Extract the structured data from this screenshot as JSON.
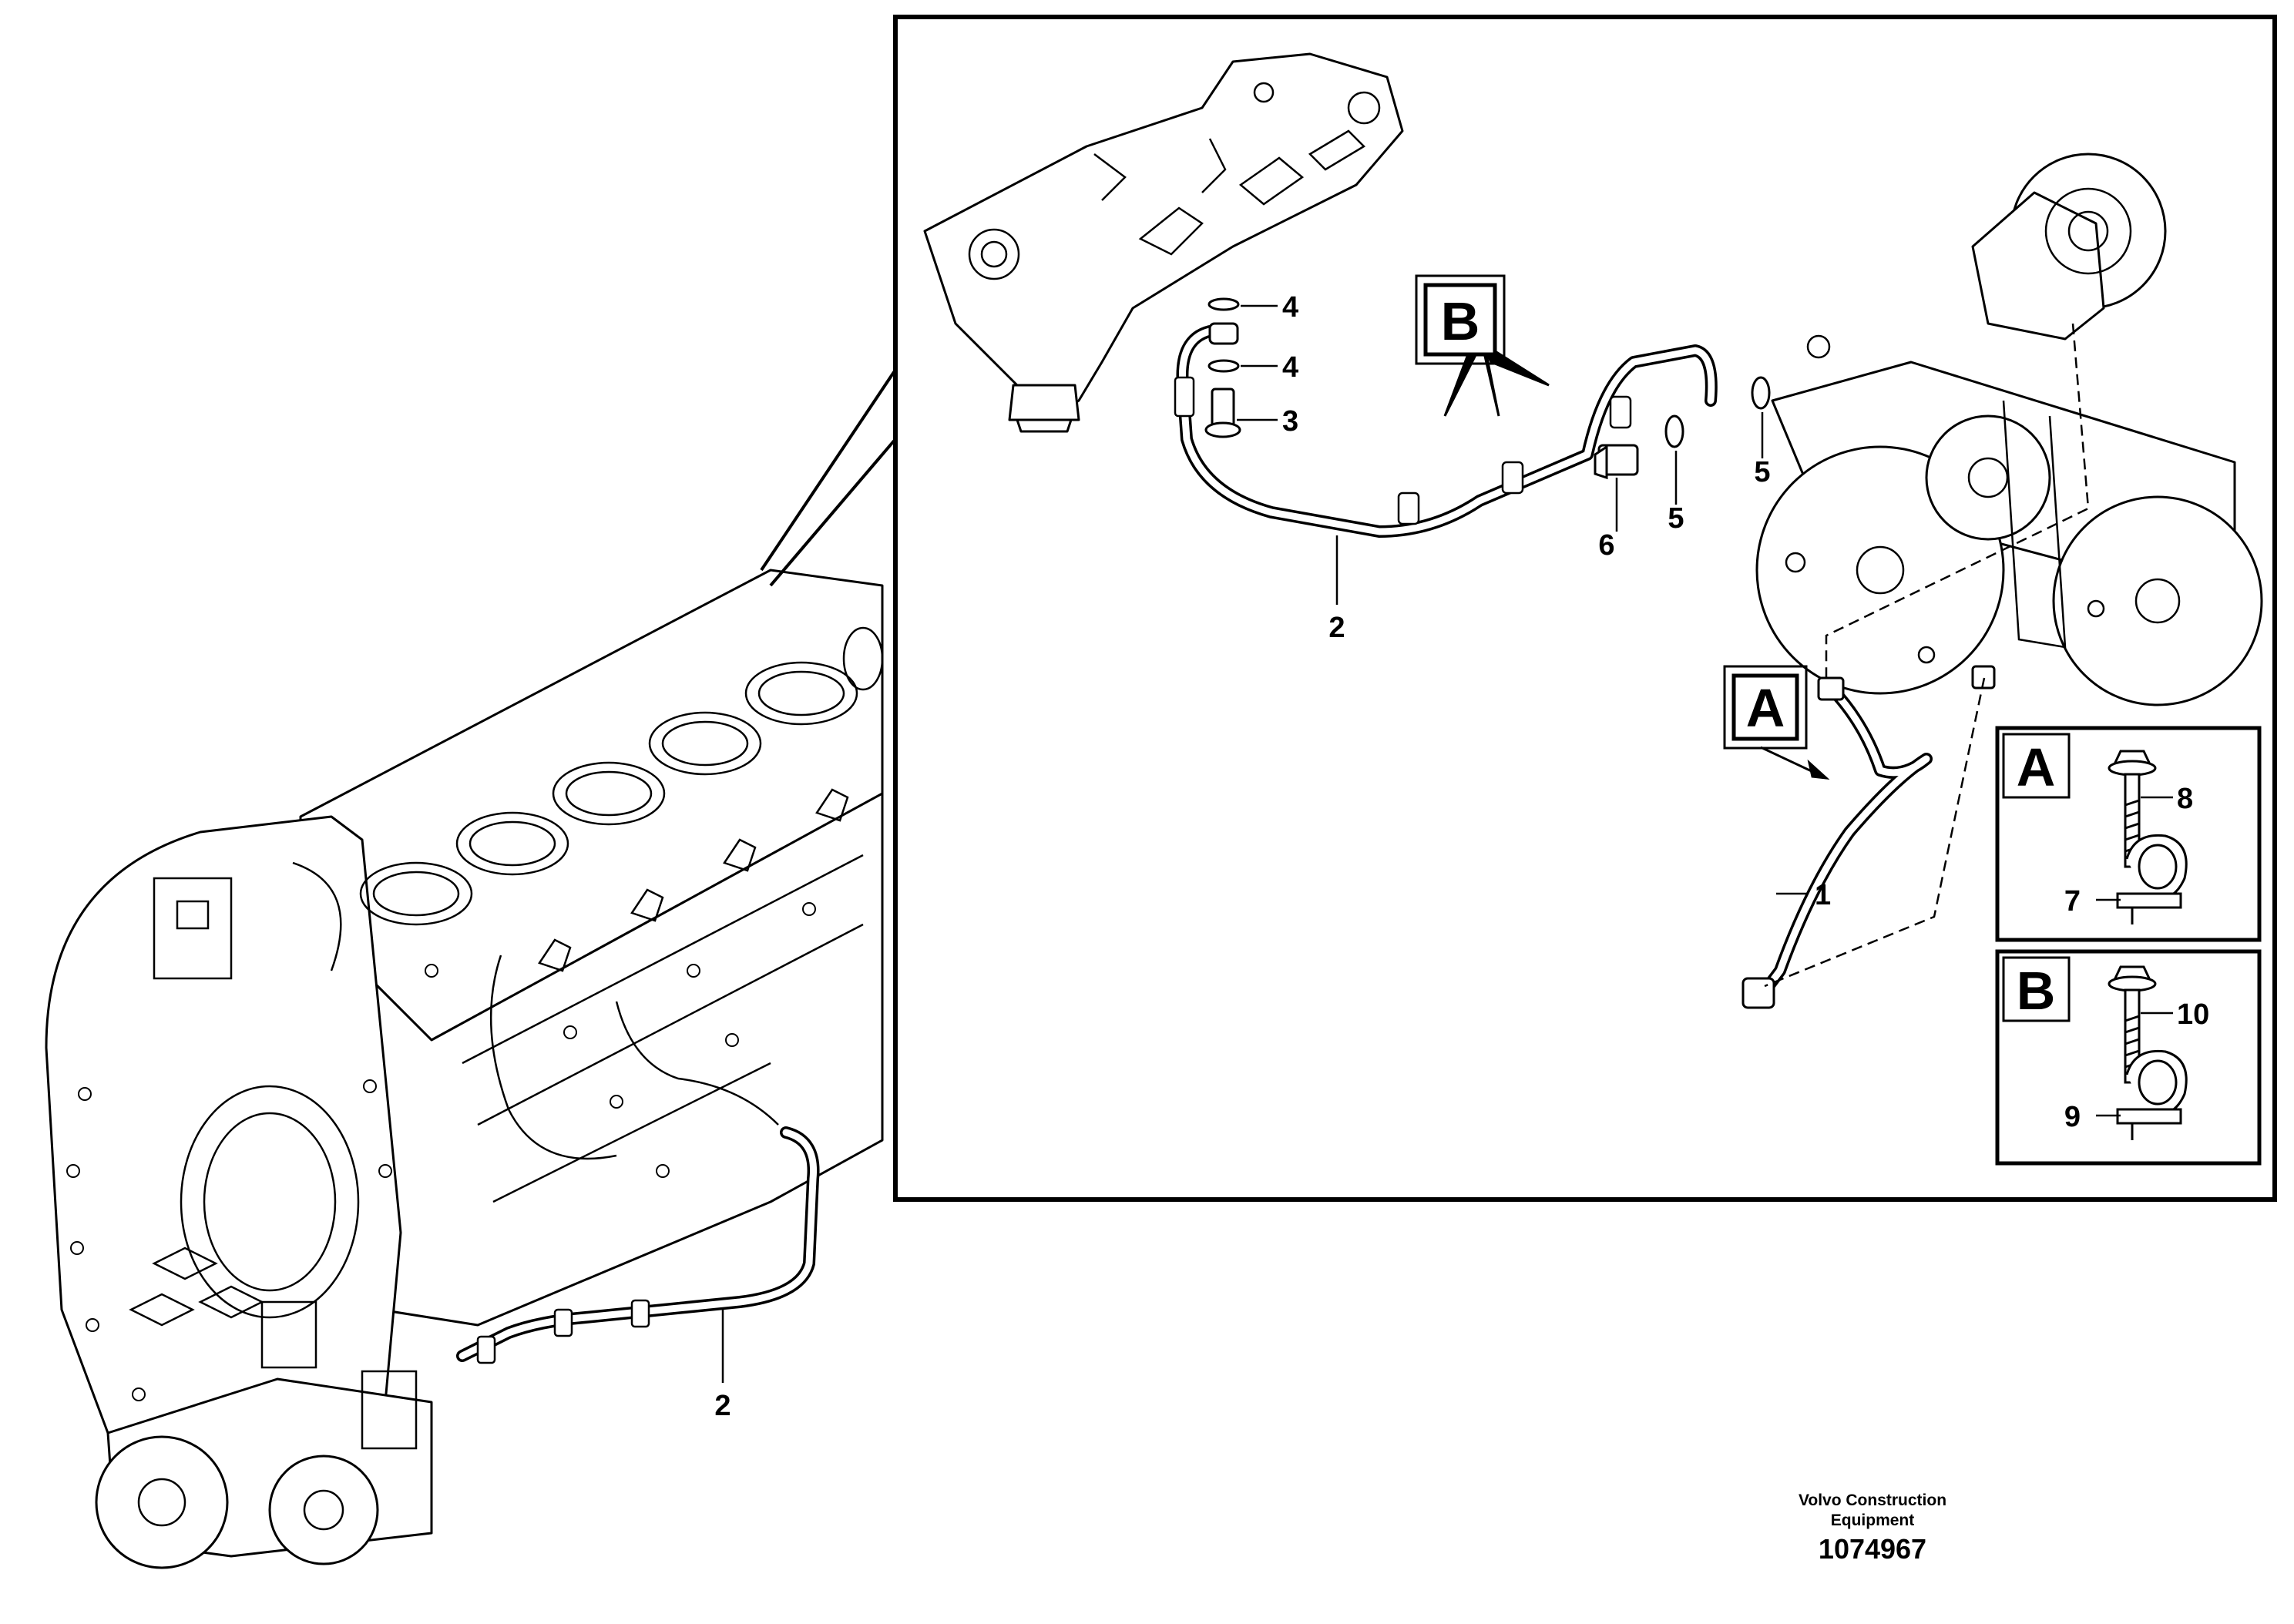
{
  "callouts": {
    "c1": "1",
    "c2_detail": "2",
    "c2_main": "2",
    "c3": "3",
    "c4a": "4",
    "c4b": "4",
    "c5a": "5",
    "c5b": "5",
    "c6": "6",
    "c7": "7",
    "c8": "8",
    "c9": "9",
    "c10": "10"
  },
  "view_labels": {
    "a_detail": "A",
    "b_detail": "B",
    "a_inset": "A",
    "b_inset": "B"
  },
  "footer": {
    "brand_line1": "Volvo Construction",
    "brand_line2": "Equipment",
    "part_number": "1074967"
  }
}
